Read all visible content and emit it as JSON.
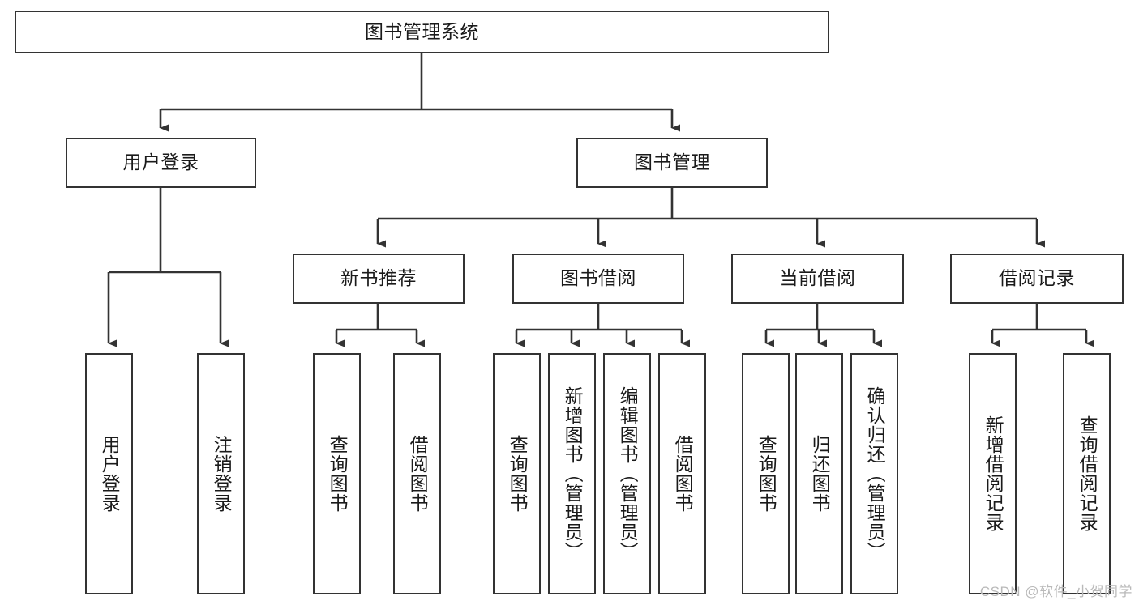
{
  "diagram": {
    "title": "图书管理系统",
    "type": "hierarchy-tree",
    "line_color": "#333333",
    "box_fill": "#ffffff",
    "text_color": "#1a1a1a",
    "watermark": "CSDN @软件_小贺同学",
    "levels": {
      "root": {
        "label": "图书管理系统"
      },
      "level2": [
        {
          "label": "用户登录"
        },
        {
          "label": "图书管理"
        }
      ],
      "level3": [
        {
          "label": "新书推荐"
        },
        {
          "label": "图书借阅"
        },
        {
          "label": "当前借阅"
        },
        {
          "label": "借阅记录"
        }
      ],
      "leaves": {
        "user_login": [
          {
            "label": "用户登录"
          },
          {
            "label": "注销登录"
          }
        ],
        "new_book_recommend": [
          {
            "label": "查询图书"
          },
          {
            "label": "借阅图书"
          }
        ],
        "book_borrow": [
          {
            "label": "查询图书"
          },
          {
            "label": "新增图书（管理员）"
          },
          {
            "label": "编辑图书（管理员）"
          },
          {
            "label": "借阅图书"
          }
        ],
        "current_borrow": [
          {
            "label": "查询图书"
          },
          {
            "label": "归还图书"
          },
          {
            "label": "确认归还（管理员）"
          }
        ],
        "borrow_record": [
          {
            "label": "新增借阅记录"
          },
          {
            "label": "查询借阅记录"
          }
        ]
      }
    }
  }
}
